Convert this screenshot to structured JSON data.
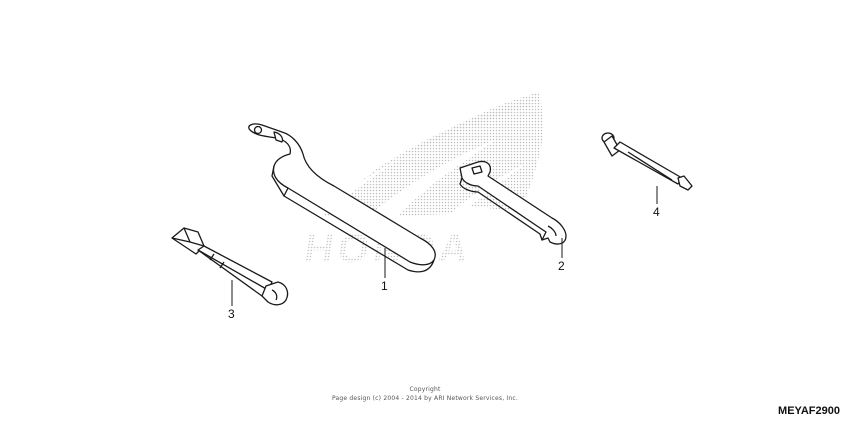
{
  "watermark": {
    "brand_text": "HONDA",
    "dot_color": "#bdbdbd"
  },
  "parts": [
    {
      "callout": "1",
      "name": "pin-spanner-wrench"
    },
    {
      "callout": "2",
      "name": "open-end-wrench"
    },
    {
      "callout": "3",
      "name": "socket-wrench"
    },
    {
      "callout": "4",
      "name": "screwdriver"
    }
  ],
  "footer": {
    "copyright_line1": "Copyright",
    "copyright_line2": "Page design (c) 2004 - 2014 by ARI Network Services, Inc.",
    "figure_code": "MEYAF2900"
  },
  "colors": {
    "line": "#1a1a1a",
    "background": "#ffffff"
  }
}
